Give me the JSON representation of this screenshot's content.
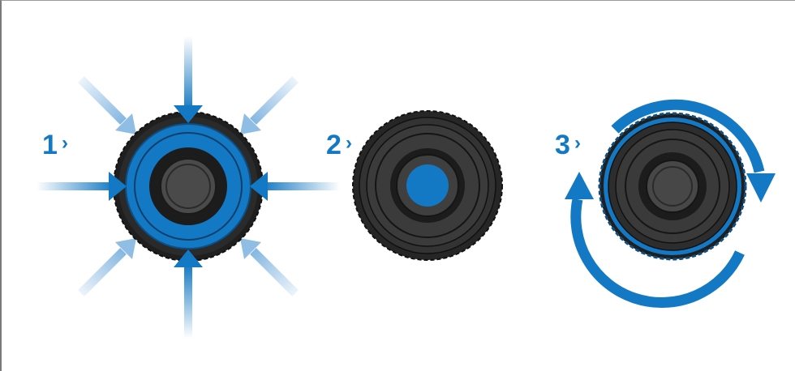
{
  "steps": [
    {
      "number": "1",
      "chevron": "›",
      "action": "press",
      "icon": "inward-arrows-icon"
    },
    {
      "number": "2",
      "chevron": "›",
      "action": "center-highlight",
      "icon": "center-dot-icon"
    },
    {
      "number": "3",
      "chevron": "›",
      "action": "rotate",
      "icon": "rotate-arrows-icon"
    }
  ],
  "colors": {
    "accent": "#1479c4",
    "accent_light": "#9cc4e6",
    "knob_dark": "#1f1f1f",
    "knob_mid": "#4a4a4a",
    "frame": "#7a7a7a"
  }
}
